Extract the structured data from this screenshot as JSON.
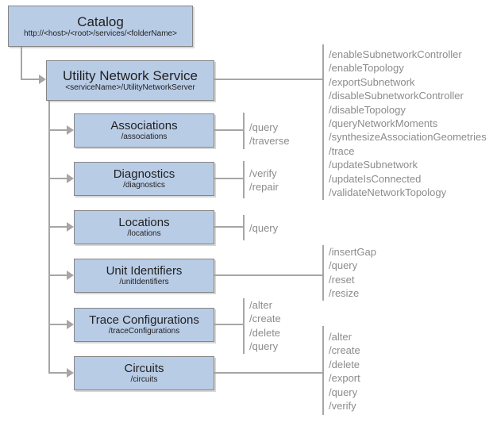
{
  "diagram": {
    "catalog": {
      "title": "Catalog",
      "subtitle": "http://<host>/<root>/services/<folderName>"
    },
    "service": {
      "title": "Utility Network Service",
      "subtitle": "<serviceName>/UtilityNetworkServer",
      "operations": [
        "/enableSubnetworkController",
        "/enableTopology",
        "/exportSubnetwork",
        "/disableSubnetworkController",
        "/disableTopology",
        "/queryNetworkMoments",
        "/synthesizeAssociationGeometries",
        "/trace",
        "/updateSubnetwork",
        "/updateIsConnected",
        "/validateNetworkTopology"
      ]
    },
    "resources": [
      {
        "title": "Associations",
        "subtitle": "/associations",
        "operations": [
          "/query",
          "/traverse"
        ]
      },
      {
        "title": "Diagnostics",
        "subtitle": "/diagnostics",
        "operations": [
          "/verify",
          "/repair"
        ]
      },
      {
        "title": "Locations",
        "subtitle": "/locations",
        "operations": [
          "/query"
        ]
      },
      {
        "title": "Unit Identifiers",
        "subtitle": "/unitIdentifiers",
        "operations": [
          "/insertGap",
          "/query",
          "/reset",
          "/resize"
        ]
      },
      {
        "title": "Trace Configurations",
        "subtitle": "/traceConfigurations",
        "operations": [
          "/alter",
          "/create",
          "/delete",
          "/query"
        ]
      },
      {
        "title": "Circuits",
        "subtitle": "/circuits",
        "operations": [
          "/alter",
          "/create",
          "/delete",
          "/export",
          "/query",
          "/verify"
        ]
      }
    ],
    "colors": {
      "box_fill": "#b9cce6",
      "box_border": "#858585",
      "line": "#a6a6a6",
      "ops_text": "#8c8c8c",
      "title_text": "#212121"
    }
  }
}
